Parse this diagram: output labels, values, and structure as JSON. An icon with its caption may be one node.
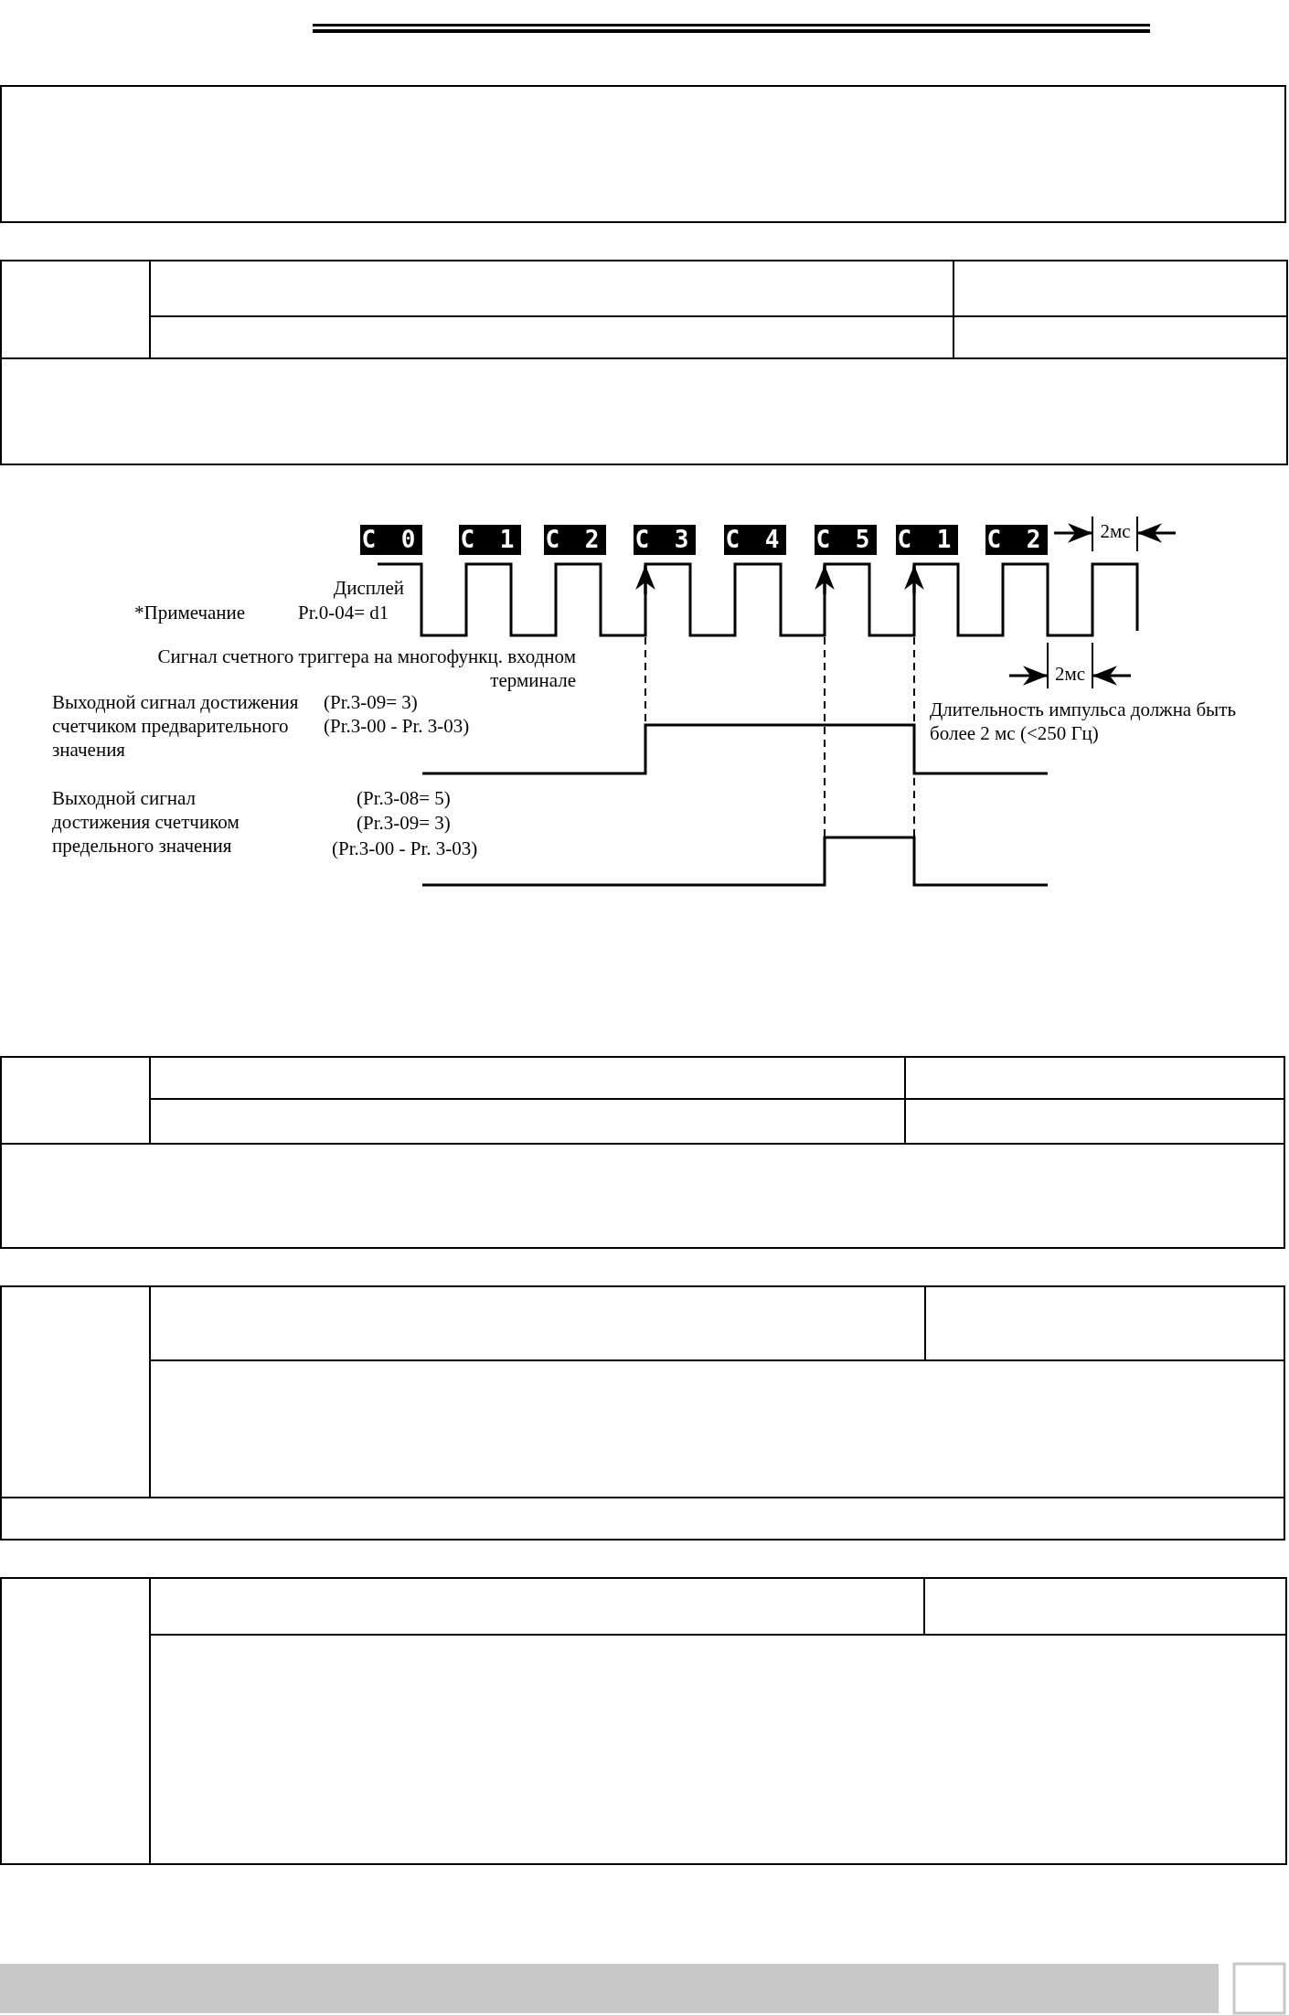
{
  "diagram": {
    "labels": [
      "C 0",
      "C 1",
      "C 2",
      "C 3",
      "C 4",
      "C 5",
      "C 1",
      "C 2",
      "2мс",
      "Дисплей",
      "*Примечание",
      "Pr.0-04= d1",
      "Сигнал счетного триггера на многофункц. входном терминале",
      "2мс",
      "Выходной сигнал достижения счетчиком предварительного значения",
      "(Pr.3-09= 3)",
      "(Pr.3-00 - Pr. 3-03)",
      "Длительность импульса должна быть более 2 мс (<250 Гц)",
      "Выходной сигнал достижения счетчиком предельного значения",
      "(Pr.3-08= 5)",
      "(Pr.3-09= 3)",
      "(Pr.3-00 - Pr. 3-03)"
    ]
  }
}
